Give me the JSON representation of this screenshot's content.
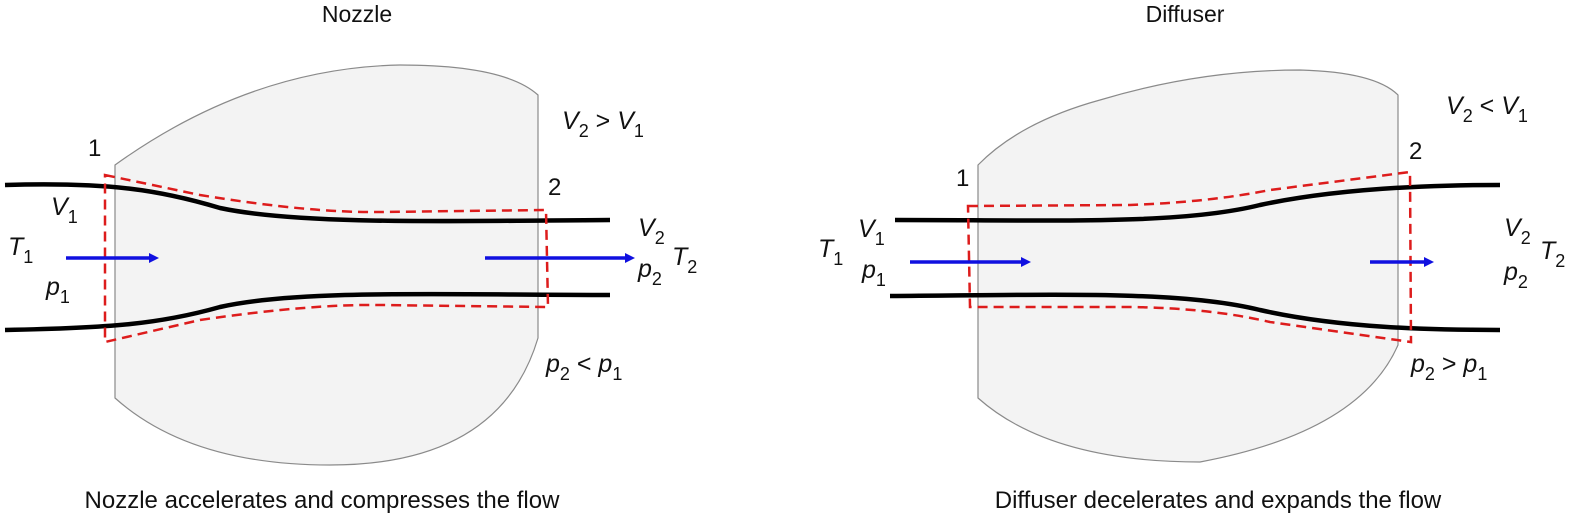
{
  "nozzle": {
    "title": "Nozzle",
    "caption": "Nozzle accelerates and compresses the flow",
    "station_1": "1",
    "station_2": "2",
    "inlet": {
      "velocity": {
        "symbol": "V",
        "sub": "1"
      },
      "temperature": {
        "symbol": "T",
        "sub": "1"
      },
      "pressure": {
        "symbol": "p",
        "sub": "1"
      }
    },
    "outlet": {
      "velocity": {
        "symbol": "V",
        "sub": "2"
      },
      "temperature": {
        "symbol": "T",
        "sub": "2"
      },
      "pressure": {
        "symbol": "p",
        "sub": "2"
      }
    },
    "velocity_relation": {
      "a": "V",
      "a_sub": "2",
      "op": " > ",
      "b": "V",
      "b_sub": "1"
    },
    "pressure_relation": {
      "a": "p",
      "a_sub": "2",
      "op": " < ",
      "b": "p",
      "b_sub": "1"
    }
  },
  "diffuser": {
    "title": "Diffuser",
    "caption": "Diffuser decelerates and expands the flow",
    "station_1": "1",
    "station_2": "2",
    "inlet": {
      "velocity": {
        "symbol": "V",
        "sub": "1"
      },
      "temperature": {
        "symbol": "T",
        "sub": "1"
      },
      "pressure": {
        "symbol": "p",
        "sub": "1"
      }
    },
    "outlet": {
      "velocity": {
        "symbol": "V",
        "sub": "2"
      },
      "temperature": {
        "symbol": "T",
        "sub": "2"
      },
      "pressure": {
        "symbol": "p",
        "sub": "2"
      }
    },
    "velocity_relation": {
      "a": "V",
      "a_sub": "2",
      "op": " < ",
      "b": "V",
      "b_sub": "1"
    },
    "pressure_relation": {
      "a": "p",
      "a_sub": "2",
      "op": " > ",
      "b": "p",
      "b_sub": "1"
    }
  },
  "colors": {
    "wall": "#000000",
    "control_volume": "#dd1c1c",
    "flow_arrow": "#1010e0",
    "surroundings_fill": "#f3f3f3",
    "surroundings_stroke": "#8a8a8a"
  }
}
